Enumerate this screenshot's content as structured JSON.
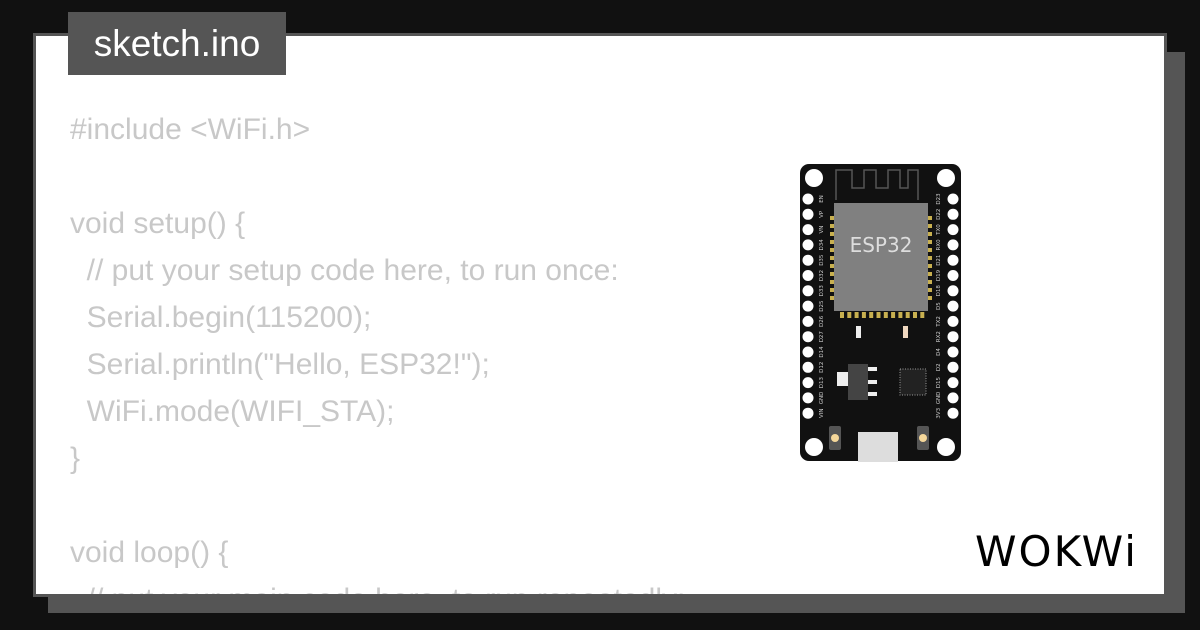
{
  "file_tab": {
    "title": "sketch.ino"
  },
  "code_lines": [
    "#include <WiFi.h>",
    "",
    "void setup() {",
    "  // put your setup code here, to run once:",
    "  Serial.begin(115200);",
    "  Serial.println(\"Hello, ESP32!\");",
    "  WiFi.mode(WIFI_STA);",
    "}",
    "",
    "void loop() {",
    "  // put your main code here, to run repeatedly:"
  ],
  "board": {
    "chip_label": "ESP32",
    "left_pins": [
      "EN",
      "VP",
      "VN",
      "D34",
      "D35",
      "D32",
      "D33",
      "D25",
      "D26",
      "D27",
      "D14",
      "D12",
      "D13",
      "GND",
      "VIN"
    ],
    "right_pins": [
      "D23",
      "D22",
      "TX0",
      "RX0",
      "D21",
      "D19",
      "D18",
      "D5",
      "TX2",
      "RX2",
      "D4",
      "D2",
      "D15",
      "GND",
      "3V3"
    ]
  },
  "brand": {
    "logo": "WOKWi"
  }
}
